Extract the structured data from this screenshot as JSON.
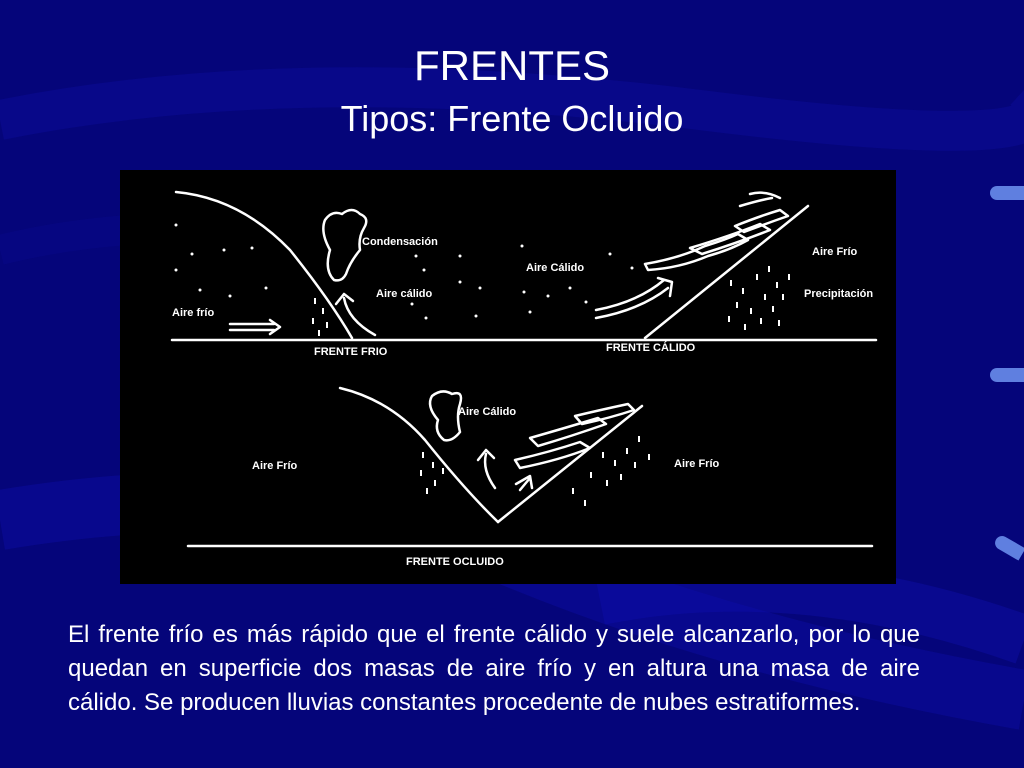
{
  "title": "FRENTES",
  "subtitle": "Tipos: Frente Ocluido",
  "diagram": {
    "cold_front": {
      "condensation": "Condensación",
      "warm_air": "Aire cálido",
      "cold_air": "Aire frío",
      "caption": "FRENTE FRIO"
    },
    "warm_front": {
      "warm_air": "Aire Cálido",
      "cold_air": "Aire Frío",
      "precipitation": "Precipitación",
      "caption": "FRENTE CÁLIDO"
    },
    "occluded_front": {
      "warm_air": "Aire Cálido",
      "cold_air_left": "Aire Frío",
      "cold_air_right": "Aire Frío",
      "caption": "FRENTE OCLUIDO"
    }
  },
  "description": "El frente frío es más rápido que el frente cálido y suele alcanzarlo, por lo que quedan en superficie dos masas de aire frío y en altura una masa de aire cálido. Se producen lluvias constantes procedente de nubes estratiformes."
}
